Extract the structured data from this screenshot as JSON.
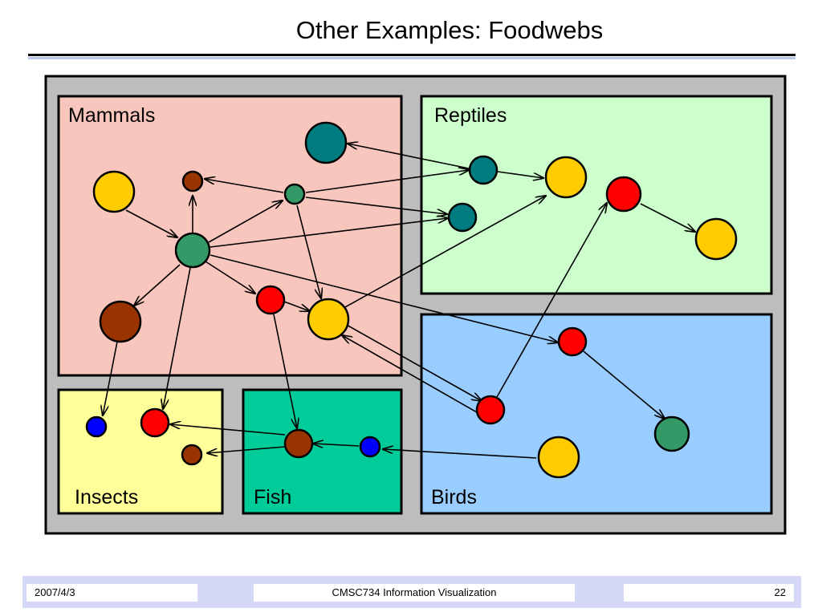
{
  "slide": {
    "title": "Other Examples: Foodwebs"
  },
  "regions": {
    "mammals": "Mammals",
    "reptiles": "Reptiles",
    "insects": "Insects",
    "fish": "Fish",
    "birds": "Birds"
  },
  "colors": {
    "outer_frame": "#bdbdbd",
    "mammals_bg": "#f9c6bd",
    "reptiles_bg": "#ccffcc",
    "insects_bg": "#ffff99",
    "fish_bg": "#00cc99",
    "birds_bg": "#99ccff",
    "node_yellow": "#ffcc00",
    "node_teal": "#007b7f",
    "node_green": "#339966",
    "node_red": "#ff0000",
    "node_brown": "#993300",
    "node_blue": "#0000ff"
  },
  "footer": {
    "date": "2007/4/3",
    "course": "CMSC734 Information Visualization",
    "page": "22"
  }
}
